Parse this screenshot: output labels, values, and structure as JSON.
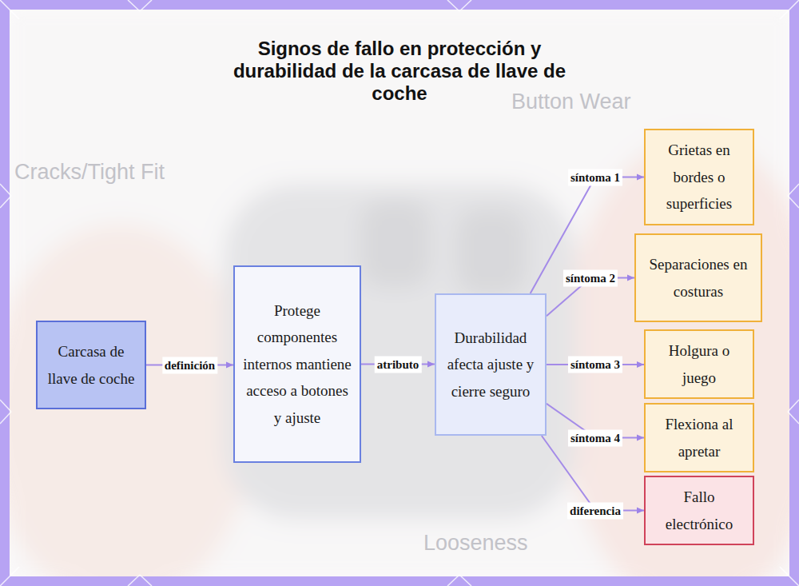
{
  "diagram": {
    "title": "Signos de fallo en protección y durabilidad de la carcasa de llave de coche",
    "nodes": [
      {
        "text": [
          "Carcasa de llave de coche"
        ]
      },
      {
        "text": [
          "Protege componentes internos mantiene acceso a botones y ajuste"
        ]
      },
      {
        "text": [
          "Durabilidad afecta ajuste y cierre seguro"
        ]
      },
      {
        "text": [
          "Grietas en bordes o superficies"
        ]
      },
      {
        "text": [
          "Separaciones en costuras"
        ]
      },
      {
        "text": [
          "Holgura o juego"
        ]
      },
      {
        "text": [
          "Flexiona al apretar"
        ]
      },
      {
        "text": [
          "Fallo electrónico"
        ]
      }
    ],
    "edges": [
      {
        "from": 0,
        "to": 1,
        "label": "definición",
        "arrow": "to"
      },
      {
        "from": 1,
        "to": 2,
        "label": "atributo",
        "arrow": "to"
      },
      {
        "from": 2,
        "to": 3,
        "label": "síntoma 1",
        "arrow": "to"
      },
      {
        "from": 2,
        "to": 4,
        "label": "síntoma 2",
        "arrow": "to"
      },
      {
        "from": 2,
        "to": 5,
        "label": "síntoma 3",
        "arrow": "to"
      },
      {
        "from": 2,
        "to": 6,
        "label": "síntoma 4",
        "arrow": "to"
      },
      {
        "from": 2,
        "to": 7,
        "label": "diferencia",
        "arrow": "to"
      }
    ],
    "labels": [
      "Button Wear",
      "Cracks/Tight Fit",
      "Looseness"
    ]
  }
}
